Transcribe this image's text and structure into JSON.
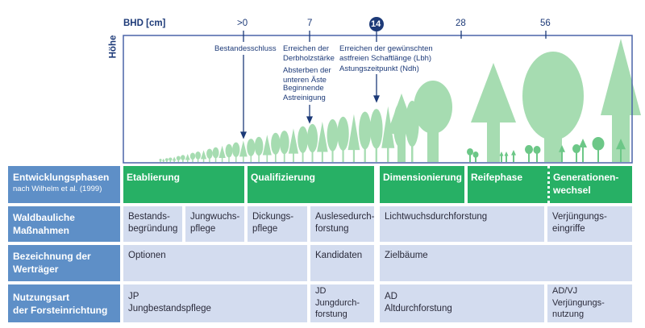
{
  "axis": {
    "x_label": "BHD [cm]",
    "y_label": "Höhe",
    "ticks": [
      ">0",
      "7",
      "14",
      "28",
      "56"
    ],
    "highlighted_tick": "14"
  },
  "annotations": {
    "bestandsschluss": "Bestandesschluss",
    "derbholz": "Erreichen der\nDerbholzstärke",
    "aeste": "Absterben der\nunteren Äste",
    "astreinigung": "Beginnende\nAstreinigung",
    "schaftlaenge": "Erreichen der gewünschten\nastfreien Schaftlänge (Lbh)",
    "astung": "Astungszeitpunkt (Ndh)"
  },
  "rows": {
    "phases": {
      "label": "Entwicklungsphasen",
      "sublabel": "nach Wilhelm et al. (1999)",
      "cells": [
        "Etablierung",
        "Qualifizierung",
        "Dimensionierung",
        "Reifephase",
        "Generationen-\nwechsel"
      ]
    },
    "measures": {
      "label": "Waldbauliche\nMaßnahmen",
      "cells": [
        "Bestands-\nbegründung",
        "Jungwuchs-\npflege",
        "Dickungs-\npflege",
        "Auslesedurch-\nforstung",
        "Lichtwuchsdurchforstung",
        "Verjüngungs-\neingriffe"
      ]
    },
    "carriers": {
      "label": "Bezeichnung der\nWerträger",
      "cells": [
        "Optionen",
        "Kandidaten",
        "Zielbäume"
      ]
    },
    "usage": {
      "label": "Nutzungsart\nder Forsteinrichtung",
      "cells": [
        "JP\nJungbestandspflege",
        "JD\nJungdurch-\nforstung",
        "AD\nAltdurchforstung",
        "AD/VJ\nVerjüngungs-\nnutzung"
      ]
    }
  },
  "colors": {
    "label_blue": "#5e8fc7",
    "phase_green": "#27b065",
    "cell_blue": "#d3dcef",
    "tree_green": "#a6dcb1",
    "dark_tree": "#6cc787",
    "axis_navy": "#1d3a78"
  }
}
